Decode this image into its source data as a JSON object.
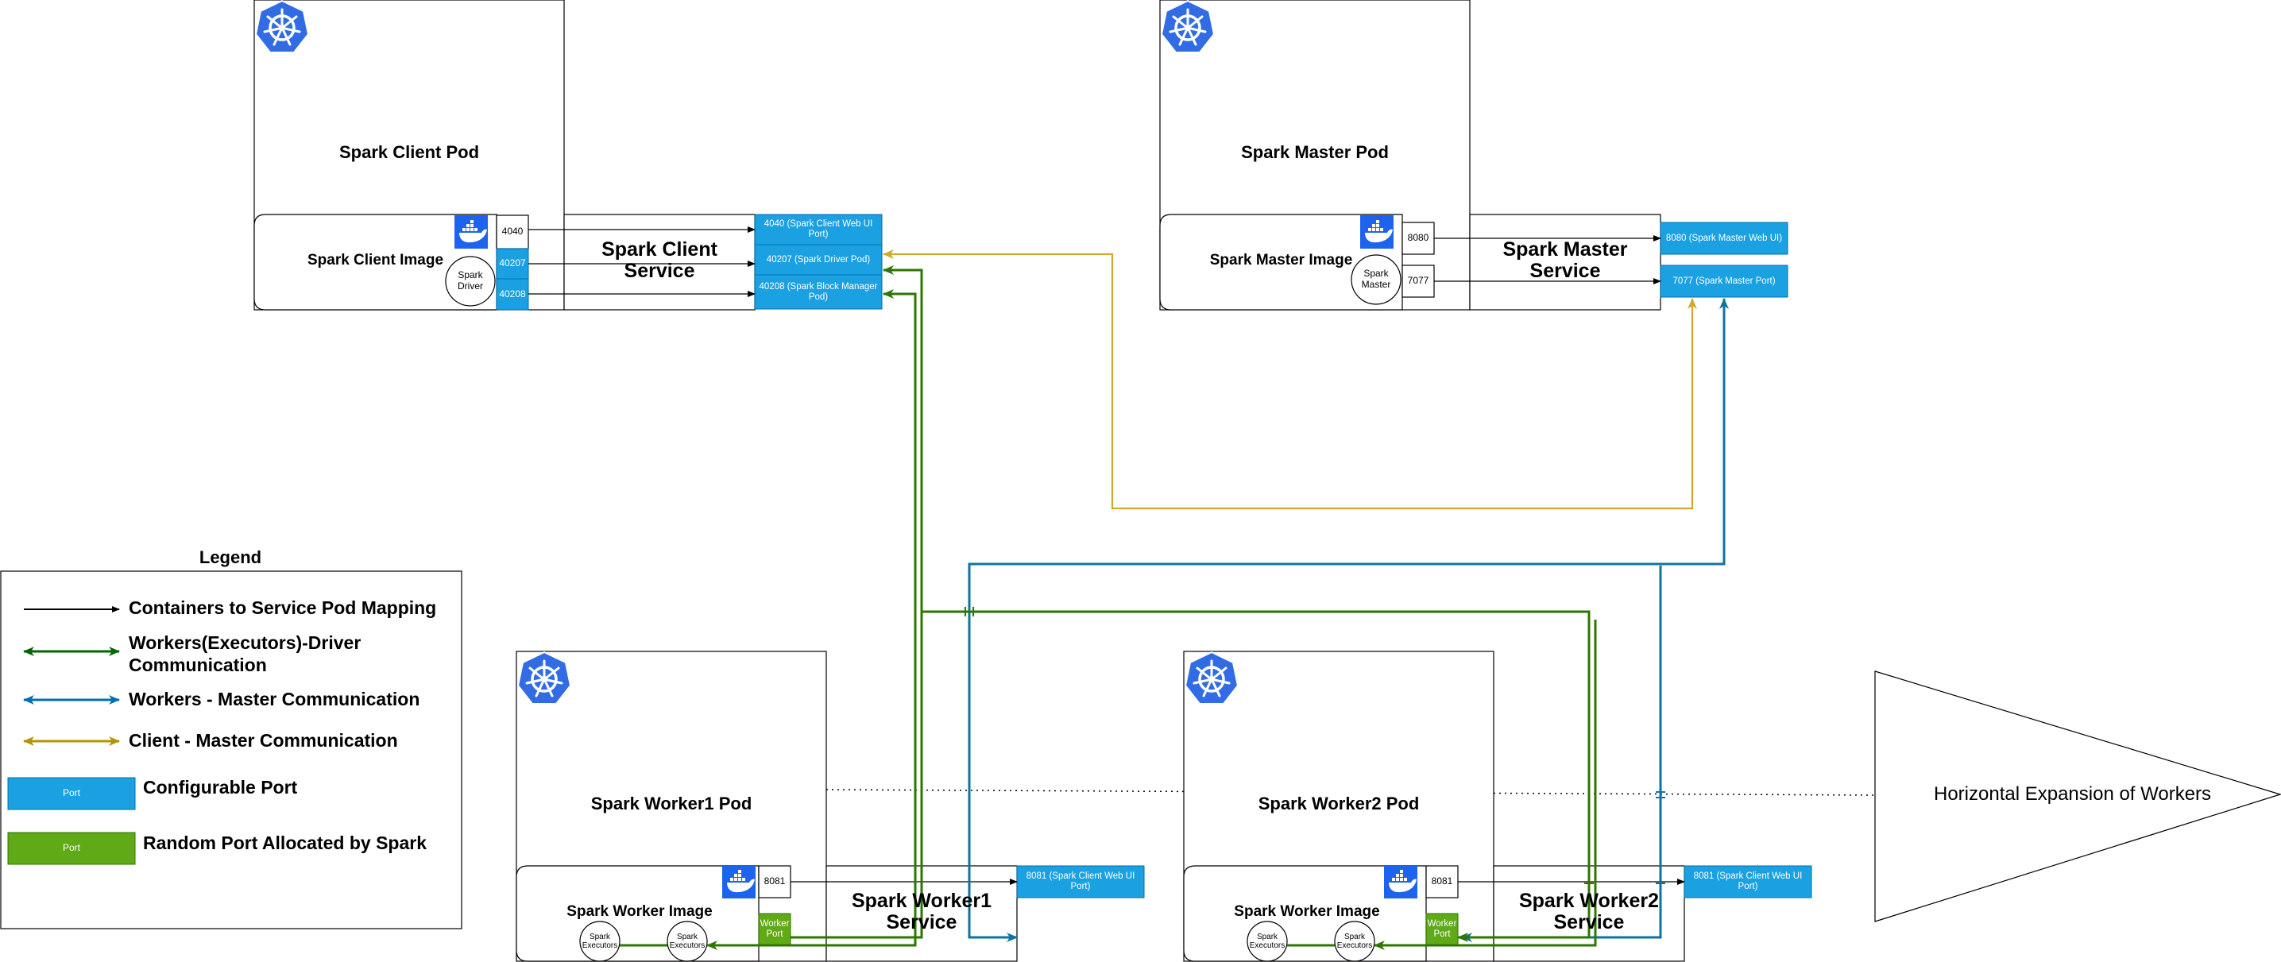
{
  "pods": {
    "client": {
      "title": "Spark Client Pod",
      "image": "Spark Client Image",
      "process": "Spark\nDriver",
      "ports": [
        "4040",
        "40207",
        "40208"
      ],
      "service": "Spark Client\nService",
      "service_ports": [
        "4040 (Spark Client Web UI\nPort)",
        "40207 (Spark Driver Pod)",
        "40208 (Spark Block Manager\nPod)"
      ]
    },
    "master": {
      "title": "Spark Master Pod",
      "image": "Spark Master Image",
      "process": "Spark\nMaster",
      "ports": [
        "8080",
        "7077"
      ],
      "service": "Spark Master\nService",
      "service_ports": [
        "8080 (Spark Master Web UI)",
        "7077 (Spark Master Port)"
      ]
    },
    "worker1": {
      "title": "Spark Worker1 Pod",
      "image": "Spark Worker Image",
      "executor": "Spark\nExecutors",
      "ports": [
        "8081",
        "Worker\nPort"
      ],
      "service": "Spark Worker1\nService",
      "service_ports": [
        "8081 (Spark Client Web UI\nPort)"
      ]
    },
    "worker2": {
      "title": "Spark Worker2 Pod",
      "image": "Spark Worker Image",
      "executor": "Spark\nExecutors",
      "ports": [
        "8081",
        "Worker\nPort"
      ],
      "service": "Spark Worker2\nService",
      "service_ports": [
        "8081 (Spark Client Web UI\nPort)"
      ]
    }
  },
  "expansion": "Horizontal Expansion of Workers",
  "legend": {
    "title": "Legend",
    "items": [
      {
        "label": "Containers to Service Pod Mapping",
        "color": "#000000"
      },
      {
        "label": "Workers(Executors)-Driver\nCommunication",
        "color": "#006600"
      },
      {
        "label": "Workers - Master Communication",
        "color": "#006EAF"
      },
      {
        "label": "Client - Master Communication",
        "color": "#B09500"
      }
    ],
    "configurable": {
      "swatch": "Port",
      "label": "Configurable Port",
      "color": "#1BA1E2"
    },
    "random": {
      "swatch": "Port",
      "label": "Random Port Allocated by Spark",
      "color": "#60A917"
    }
  },
  "colors": {
    "k8s": "#326CE5",
    "docker": "#1D63ED",
    "driver_link": "#2D7600",
    "master_link": "#10739E",
    "client_link": "#D0A82C"
  }
}
